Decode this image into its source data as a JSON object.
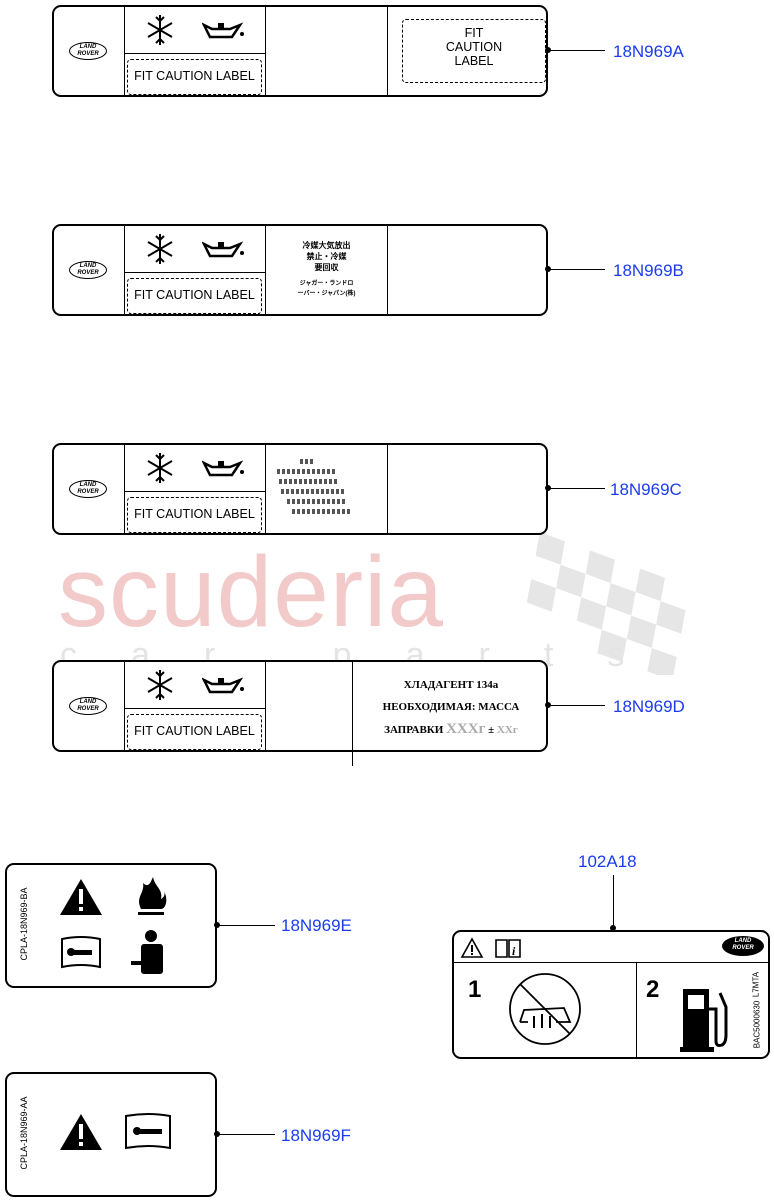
{
  "watermark": {
    "main": "scuderia",
    "sub": "car parts"
  },
  "logo_text": [
    "LAND",
    "ROVER"
  ],
  "labels": [
    {
      "callout": "18N969A",
      "fit_label": "FIT CAUTION LABEL",
      "right_text": [
        "FIT",
        "CAUTION",
        "LABEL"
      ]
    },
    {
      "callout": "18N969B",
      "fit_label": "FIT CAUTION LABEL",
      "jp_lines": [
        "冷媒大気放出",
        "禁止・冷媒",
        "要回収"
      ],
      "jp_small": [
        "ジャガー・ランドロ",
        "ーバー・ジャパン(株)"
      ]
    },
    {
      "callout": "18N969C",
      "fit_label": "FIT CAUTION LABEL"
    },
    {
      "callout": "18N969D",
      "fit_label": "FIT CAUTION LABEL",
      "ru_lines": [
        "ХЛАДАГЕНТ  134a",
        "НЕОБХОДИМАЯ: МАССА",
        "ЗАПРАВКИ"
      ],
      "ru_value": "XXXг",
      "ru_pm": "±",
      "ru_tol": "XXг"
    }
  ],
  "label_e": {
    "callout": "18N969E",
    "code": "CPLA-18N969-BA"
  },
  "label_f": {
    "callout": "18N969F",
    "code": "CPLA-18N969-AA"
  },
  "label_g": {
    "callout": "102A18",
    "num1": "1",
    "num2": "2",
    "side_code1": "L7MTA",
    "side_code2": "BAC5000630"
  },
  "icons": [
    "snowflake-icon",
    "oil-can-icon",
    "warning-icon",
    "fire-icon",
    "manual-wrench-icon",
    "technician-icon",
    "book-info-icon",
    "no-heater-icon",
    "fuel-pump-icon"
  ]
}
